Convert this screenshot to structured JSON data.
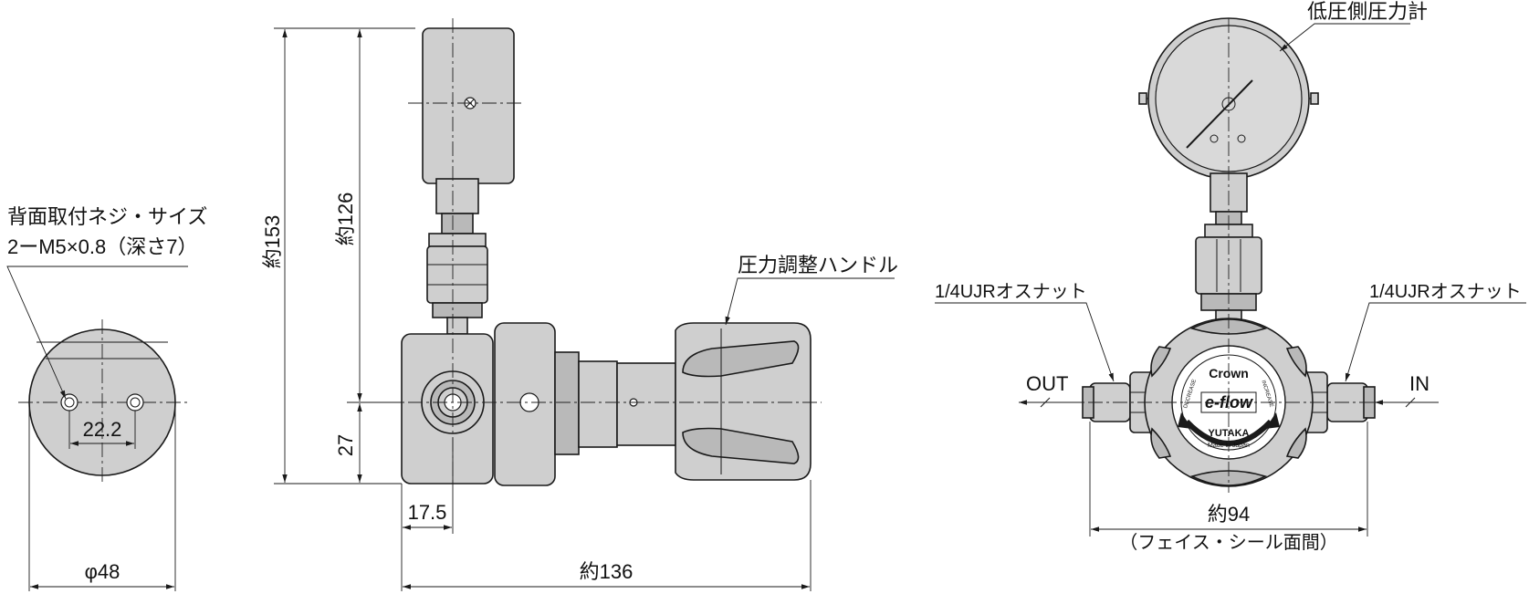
{
  "labels": {
    "rear_mount": "背面取付ネジ・サイズ",
    "rear_mount_spec": "2ーM5×0.8（深さ7）",
    "dim_22_2": "22.2",
    "dim_phi48": "φ48",
    "dim_153": "約153",
    "dim_126": "約126",
    "dim_27": "27",
    "dim_17_5": "17.5",
    "dim_136": "約136",
    "handle": "圧力調整ハンドル",
    "gauge": "低圧側圧力計",
    "nut_left": "1/4UJRオスナット",
    "nut_right": "1/4UJRオスナット",
    "out": "OUT",
    "in": "IN",
    "dim_94": "約94",
    "face_seal": "（フェイス・シール面間）"
  },
  "dial": {
    "brand": "Crown",
    "logo": "e-flow",
    "maker": "YUTAKA",
    "origin": "Made in Japan",
    "decrease": "DECREASE",
    "increase": "INCREASE"
  }
}
